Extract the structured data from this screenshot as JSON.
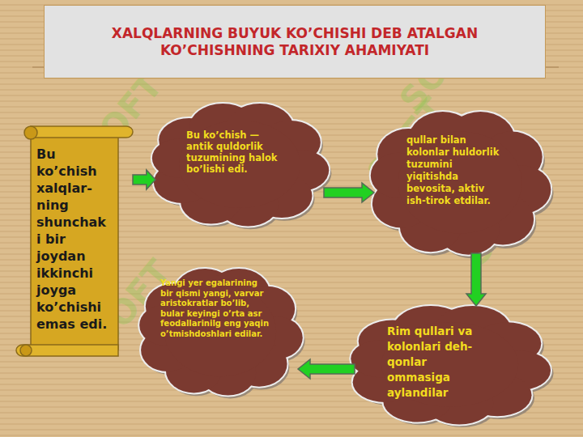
{
  "diagram": {
    "title": "XALQLARNING BUYUK KO’CHISHI DEB ATALGAN KO’CHISHNING TARIXIY AHAMIYATI",
    "nodes": [
      {
        "text": [
          "Bu ko’chish xalqlar- ning shunchak i bir joydan ikkinchi joyga ko’chishi emas edi."
        ]
      },
      {
        "text": [
          "Bu ko’chish — antik quldorlik tuzumining halok bo’lishi edi."
        ]
      },
      {
        "text": [
          "qullar bilan kolonlar huldorlik tuzumini yiqitishda bevosita, aktiv ish-tirok etdilar."
        ]
      },
      {
        "text": [
          "Rim qullari va kolonlari deh- qonlar ommasiga aylandilar"
        ]
      },
      {
        "text": [
          "Yangi yer egalarining bir qismi yangi, varvar aristokratlar bo’lib, bular keyingi o’rta asr feodallarinilg eng yaqin o’tmishdoshlari edilar."
        ]
      }
    ],
    "edges": [
      {
        "from": 0,
        "to": 1,
        "arrow": "to"
      },
      {
        "from": 1,
        "to": 2,
        "arrow": "to"
      },
      {
        "from": 2,
        "to": 3,
        "arrow": "to"
      },
      {
        "from": 3,
        "to": 4,
        "arrow": "to"
      }
    ],
    "labels": [
      "SOFT",
      "SOFT",
      "SOFT",
      "SOFT",
      "SOFT",
      "SOFT"
    ]
  }
}
